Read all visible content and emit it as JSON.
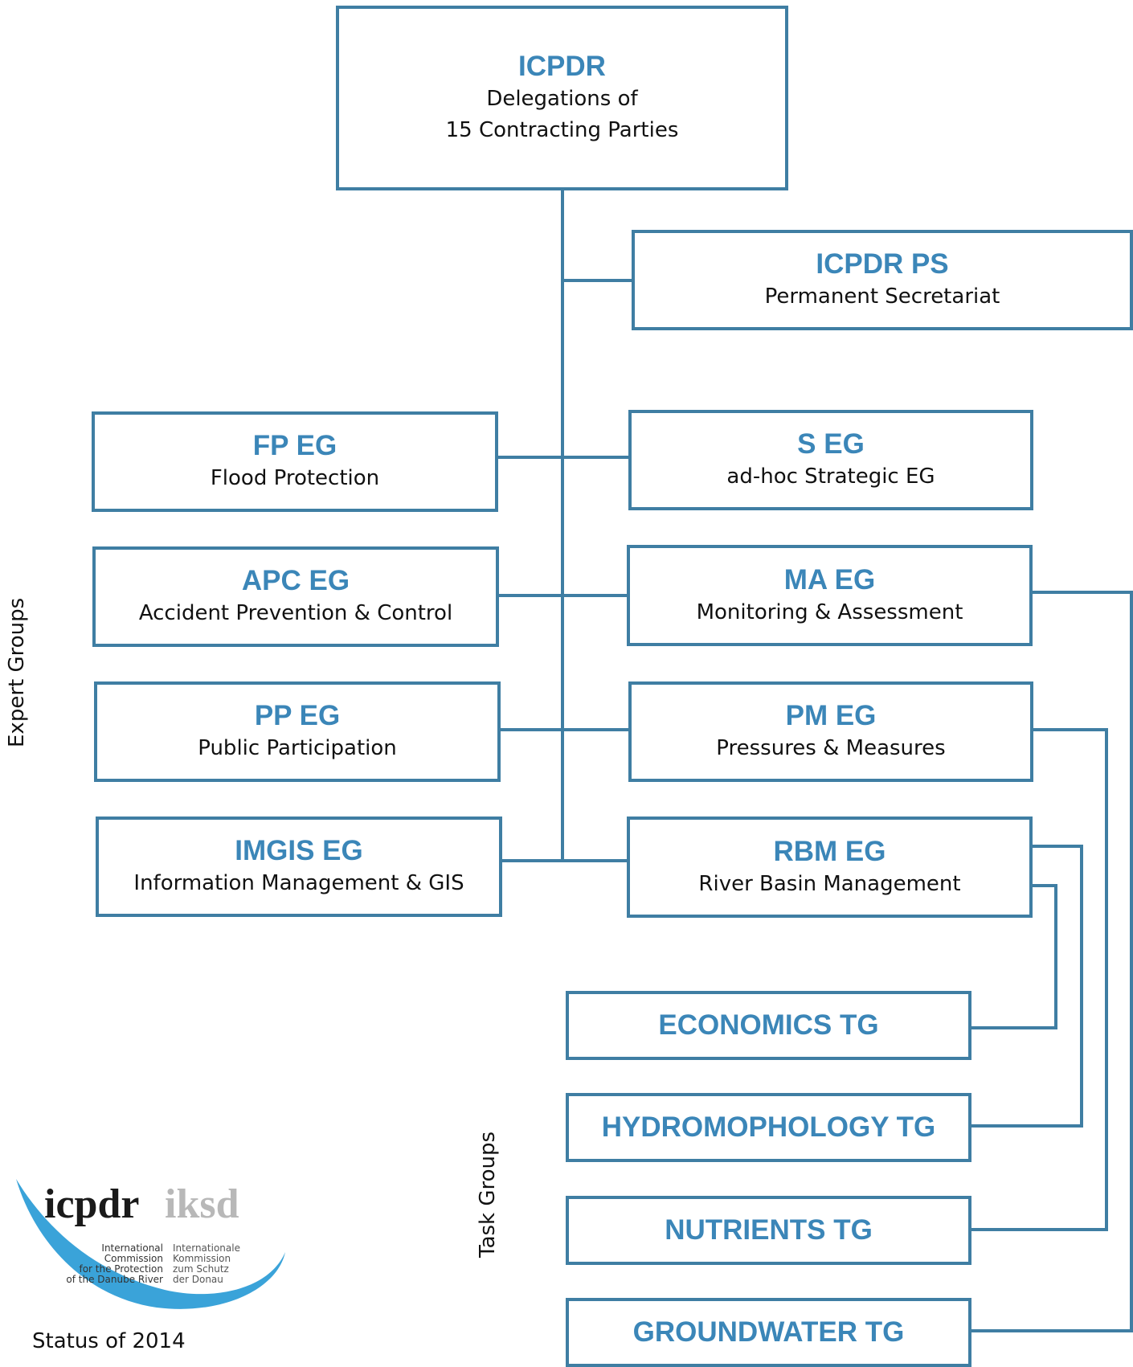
{
  "top": {
    "abbr": "ICPDR",
    "line1": "Delegations of",
    "line2": "15 Contracting Parties"
  },
  "secretariat": {
    "abbr": "ICPDR PS",
    "full": "Permanent Secretariat"
  },
  "expert_groups_left": [
    {
      "abbr": "FP EG",
      "full": "Flood Protection"
    },
    {
      "abbr": "APC EG",
      "full": "Accident Prevention & Control"
    },
    {
      "abbr": "PP EG",
      "full": "Public Participation"
    },
    {
      "abbr": "IMGIS EG",
      "full": "Information Management & GIS"
    }
  ],
  "expert_groups_right": [
    {
      "abbr": "S EG",
      "full": "ad-hoc Strategic EG"
    },
    {
      "abbr": "MA EG",
      "full": "Monitoring & Assessment"
    },
    {
      "abbr": "PM EG",
      "full": "Pressures & Measures"
    },
    {
      "abbr": "RBM EG",
      "full": "River Basin Management"
    }
  ],
  "task_groups": [
    {
      "abbr": "ECONOMICS TG"
    },
    {
      "abbr": "HYDROMOPHOLOGY TG"
    },
    {
      "abbr": "NUTRIENTS TG"
    },
    {
      "abbr": "GROUNDWATER TG"
    }
  ],
  "labels": {
    "expert_groups": "Expert Groups",
    "task_groups": "Task Groups",
    "status": "Status of 2014"
  },
  "logo": {
    "name_en": "icpdr",
    "name_de": "iksd",
    "en_lines": [
      "International",
      "Commission",
      "for the Protection",
      "of the Danube River"
    ],
    "de_lines": [
      "Internationale",
      "Kommission",
      "zum Schutz",
      "der Donau"
    ]
  },
  "colors": {
    "line": "#3f7ea3",
    "abbr": "#3b86b8",
    "logo_swoosh": "#3aa3d9"
  }
}
